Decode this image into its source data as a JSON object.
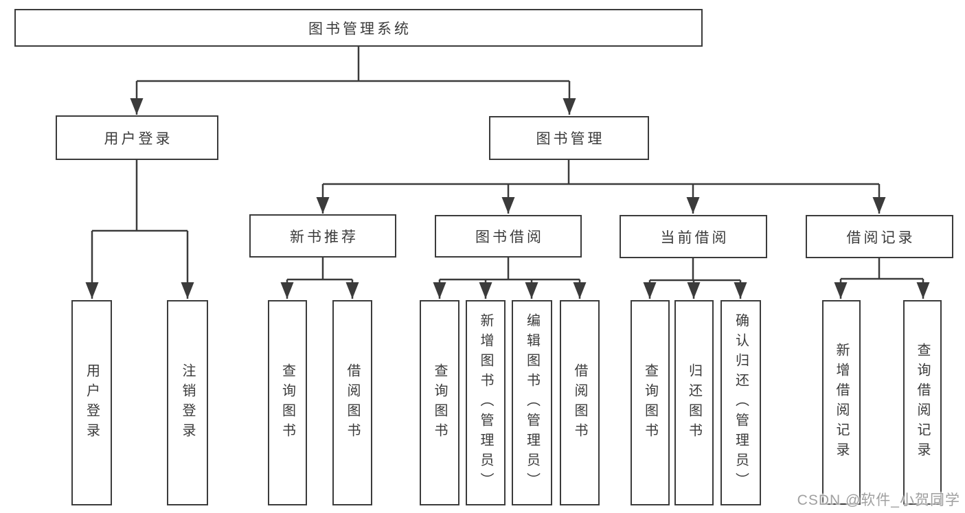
{
  "diagram": {
    "root": {
      "label": "图书管理系统"
    },
    "level2": [
      {
        "label": "用户登录"
      },
      {
        "label": "图书管理"
      }
    ],
    "level3": [
      {
        "label": "新书推荐"
      },
      {
        "label": "图书借阅"
      },
      {
        "label": "当前借阅"
      },
      {
        "label": "借阅记录"
      }
    ],
    "leaves": [
      {
        "label": "用户登录"
      },
      {
        "label": "注销登录"
      },
      {
        "label": "查询图书"
      },
      {
        "label": "借阅图书"
      },
      {
        "label": "查询图书"
      },
      {
        "label": "新增图书（管理员）"
      },
      {
        "label": "编辑图书（管理员）"
      },
      {
        "label": "借阅图书"
      },
      {
        "label": "查询图书"
      },
      {
        "label": "归还图书"
      },
      {
        "label": "确认归还（管理员）"
      },
      {
        "label": "新增借阅记录"
      },
      {
        "label": "查询借阅记录"
      }
    ],
    "watermark": "CSDN @软件_小贺同学",
    "colors": {
      "line": "#3b3b3b",
      "text": "#3b3b3b",
      "background": "#ffffff",
      "watermark": "#a0a0a0"
    }
  }
}
